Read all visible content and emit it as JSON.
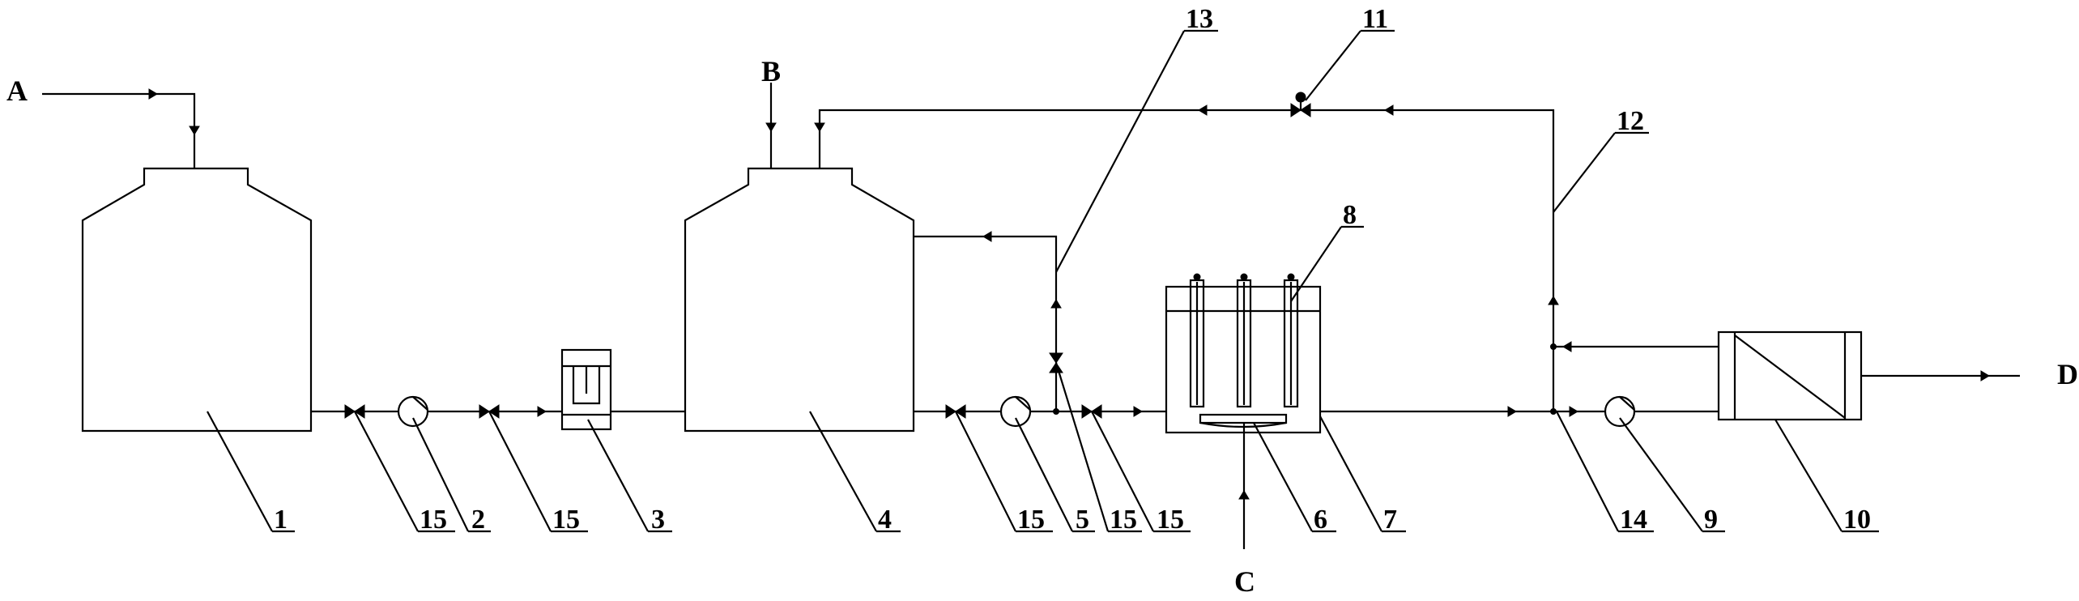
{
  "terminals": {
    "A": "A",
    "B": "B",
    "C": "C",
    "D": "D"
  },
  "labels": {
    "l1": "1",
    "l2": "2",
    "l3": "3",
    "l4": "4",
    "l5": "5",
    "l6": "6",
    "l7": "7",
    "l8": "8",
    "l9": "9",
    "l10": "10",
    "l11": "11",
    "l12": "12",
    "l13": "13",
    "l14": "14",
    "l15": "15"
  }
}
